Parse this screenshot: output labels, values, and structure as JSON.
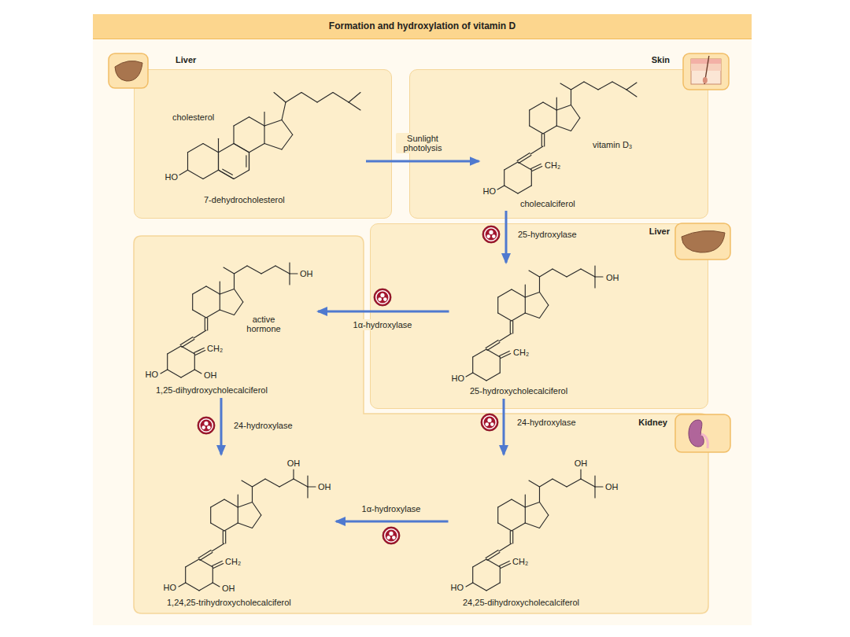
{
  "diagram": {
    "title": "Formation and hydroxylation of vitamin D",
    "nodes": [
      {
        "text": [
          "Liver"
        ]
      },
      {
        "text": [
          "cholesterol",
          "HO",
          "7-dehydrocholesterol"
        ],
        "in": 0
      },
      {
        "text": [
          "Skin"
        ]
      },
      {
        "text": [
          "vitamin D₃",
          "CH₂",
          "HO",
          "cholecalciferol"
        ],
        "in": 2
      },
      {
        "text": [
          "Liver"
        ]
      },
      {
        "text": [
          "OH",
          "CH₂",
          "HO",
          "25-hydroxycholecalciferol"
        ],
        "in": 4
      },
      {
        "text": [
          "Kidney"
        ]
      },
      {
        "text": [
          "OH",
          "active hormone",
          "CH₂",
          "HO",
          "OH",
          "1,25-dihydroxycholecalciferol"
        ],
        "in": 6
      },
      {
        "text": [
          "OH",
          "OH",
          "CH₂",
          "HO",
          "24,25-dihydroxycholecalciferol"
        ],
        "in": 6
      },
      {
        "text": [
          "OH",
          "OH",
          "CH₂",
          "HO",
          "OH",
          "1,24,25-trihydroxycholecalciferol"
        ],
        "in": 6
      }
    ],
    "edges": [
      {
        "from": 1,
        "to": 3,
        "label": "Sunlight photolysis",
        "arrow": "to"
      },
      {
        "from": 3,
        "to": 5,
        "label": "25-hydroxylase",
        "arrow": "to"
      },
      {
        "from": 5,
        "to": 7,
        "label": "1α-hydroxylase",
        "arrow": "to"
      },
      {
        "from": 5,
        "to": 8,
        "label": "24-hydroxylase",
        "arrow": "to"
      },
      {
        "from": 7,
        "to": 9,
        "label": "24-hydroxylase",
        "arrow": "to"
      },
      {
        "from": 8,
        "to": 9,
        "label": "1α-hydroxylase",
        "arrow": "to"
      }
    ]
  }
}
